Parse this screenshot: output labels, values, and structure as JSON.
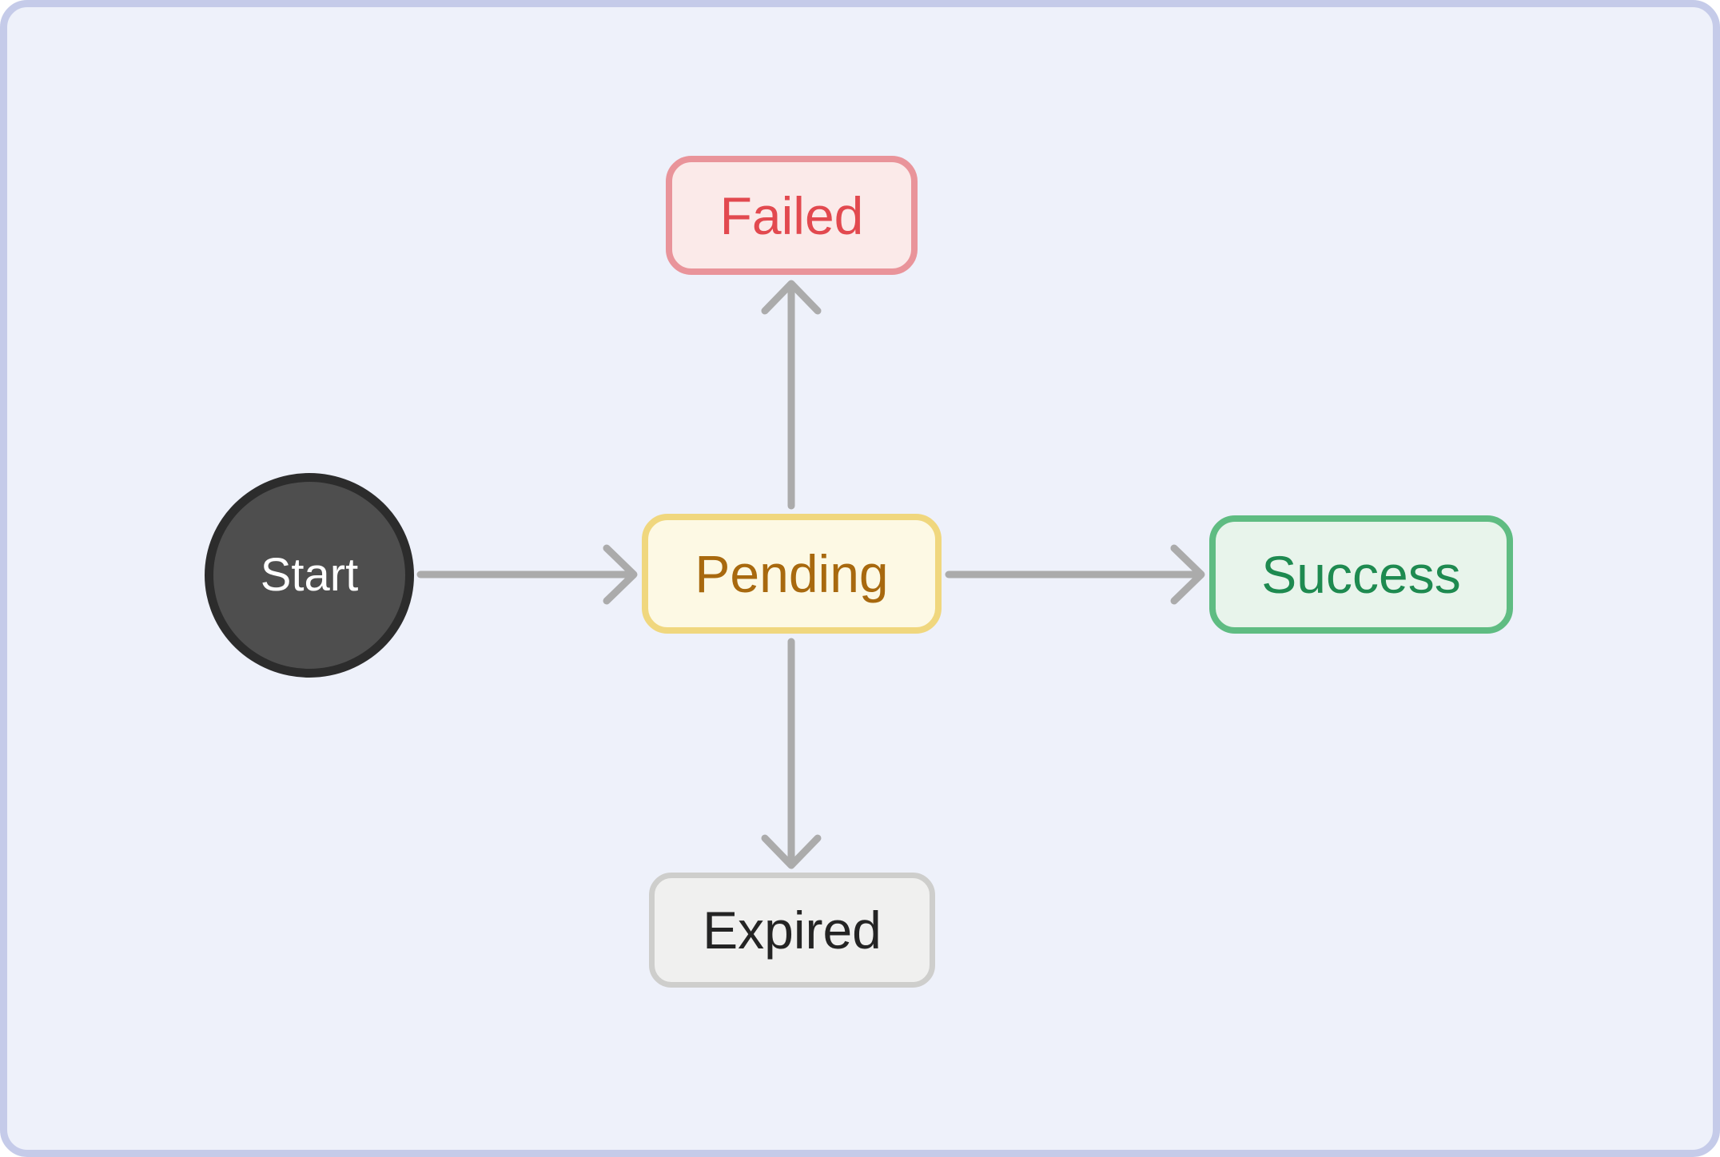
{
  "diagram": {
    "background_color": "#EEF1FA",
    "panel_border_color": "#C5CBE9",
    "arrow_color": "#ABABAB",
    "nodes": {
      "start": {
        "label": "Start",
        "shape": "circle",
        "fill": "#4E4E4E",
        "border_color": "#2C2C2C",
        "text_color": "#FFFFFF"
      },
      "pending": {
        "label": "Pending",
        "shape": "rounded-rectangle",
        "fill": "#FDF9E4",
        "border_color": "#F0D77E",
        "text_color": "#A8690E"
      },
      "failed": {
        "label": "Failed",
        "shape": "rounded-rectangle",
        "fill": "#FBEAE9",
        "border_color": "#E9949A",
        "text_color": "#E2494F"
      },
      "success": {
        "label": "Success",
        "shape": "rounded-rectangle",
        "fill": "#E8F4EB",
        "border_color": "#5FBC82",
        "text_color": "#1E8A50"
      },
      "expired": {
        "label": "Expired",
        "shape": "rounded-rectangle",
        "fill": "#F0F0EF",
        "border_color": "#CECECC",
        "text_color": "#242424"
      }
    },
    "edges": [
      {
        "from": "Start",
        "to": "Pending"
      },
      {
        "from": "Pending",
        "to": "Failed"
      },
      {
        "from": "Pending",
        "to": "Success"
      },
      {
        "from": "Pending",
        "to": "Expired"
      }
    ]
  }
}
